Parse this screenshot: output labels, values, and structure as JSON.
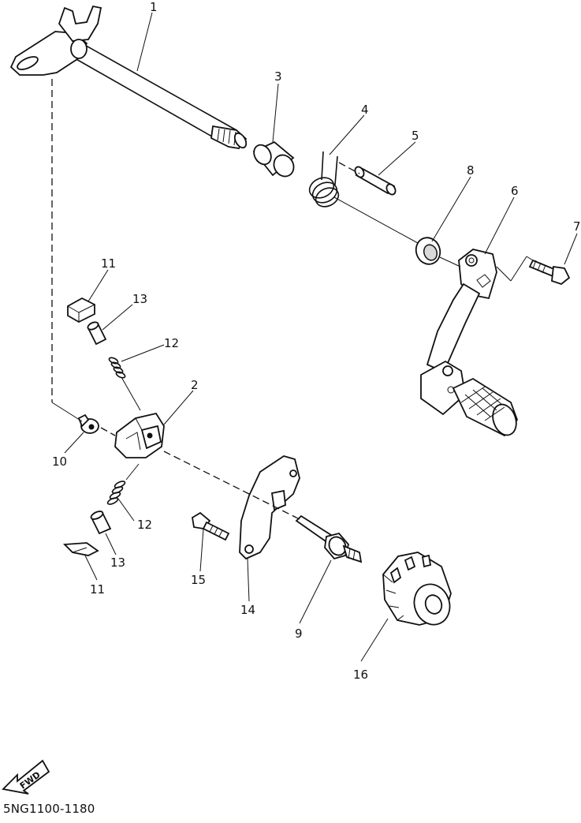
{
  "diagram": {
    "code": "5NG1100-1180",
    "fwd_label": "FWD",
    "callouts": {
      "c1": "1",
      "c2": "2",
      "c3": "3",
      "c4": "4",
      "c5": "5",
      "c6": "6",
      "c7": "7",
      "c8": "8",
      "c9": "9",
      "c10": "10",
      "c11a": "11",
      "c11b": "11",
      "c12a": "12",
      "c12b": "12",
      "c13a": "13",
      "c13b": "13",
      "c14": "14",
      "c15": "15",
      "c16": "16"
    }
  }
}
